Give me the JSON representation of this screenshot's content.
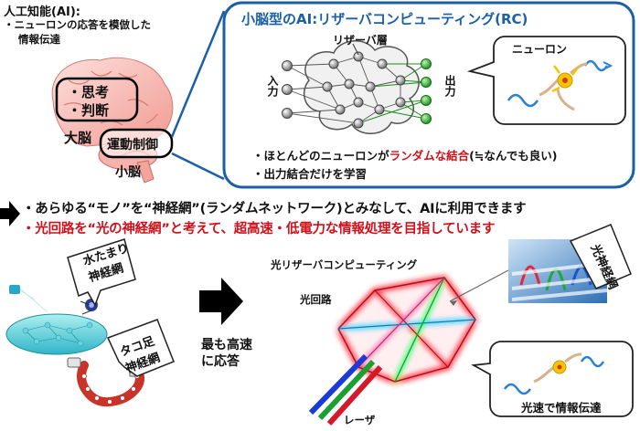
{
  "top_left": {
    "heading": "人工知能(AI):",
    "desc_line1": "・ニューロンの応答を模倣した",
    "desc_line2": "情報伝達"
  },
  "brain": {
    "thinking": "・思考",
    "judgment": "・判断",
    "cerebrum": "大脳",
    "motor_control": "運動制御",
    "cerebellum": "小脳"
  },
  "rc_panel": {
    "title": "小脳型のAI:リザーバコンピューティング(RC)",
    "reservoir_layer": "リザーバ層",
    "input": "入力",
    "output": "出力",
    "neuron": "ニューロン",
    "bullet1_prefix": "・ほとんどのニューロンが",
    "bullet1_highlight": "ランダムな結合",
    "bullet1_suffix": "(≒なんでも良い)",
    "bullet2": "・出力結合だけを学習"
  },
  "messages": {
    "line1": "・あらゆる“モノ”を“神経網”(ランダムネットワーク)とみなして、AIに利用できます",
    "line2": "・光回路を“光の神経網”と考えて、超高速・低電力な情報処理を目指しています"
  },
  "examples": {
    "water_line1": "水たまり",
    "water_line2": "神経網",
    "octopus_line1": "タコ足",
    "octopus_line2": "神経網",
    "fastest_line1": "最も高速",
    "fastest_line2": "に応答"
  },
  "optical": {
    "title": "光リザーバコンピューティング",
    "circuit": "光回路",
    "laser": "レーザ",
    "optical_net": "光神経網",
    "light_speed": "光速で情報伝達"
  },
  "colors": {
    "accent_blue": "#1a5fa8",
    "highlight_red": "#d0101a"
  }
}
